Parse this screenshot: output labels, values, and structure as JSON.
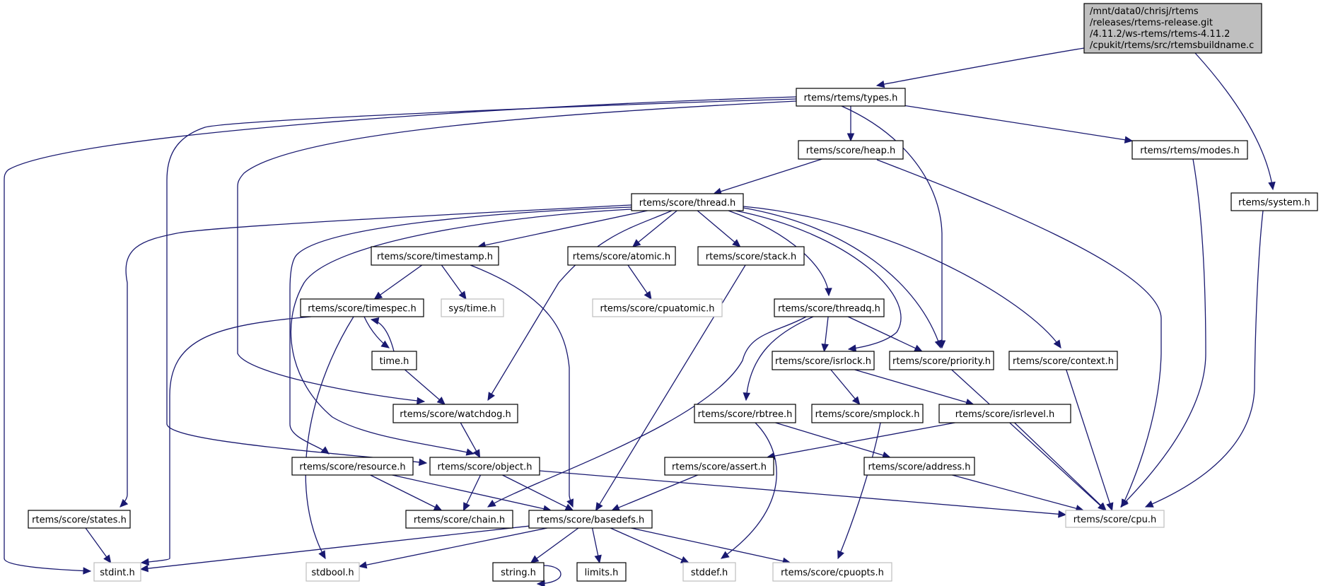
{
  "title": "Include dependency graph for rtemsbuildname.c",
  "colors": {
    "edge": "#191970",
    "node_border": "#000000",
    "external_border": "#bfbfbf",
    "root_fill": "#bfbfbf",
    "node_fill": "#ffffff"
  },
  "nodes": [
    {
      "id": "root",
      "kind": "root",
      "lines": [
        "/mnt/data0/chrisj/rtems",
        "/releases/rtems-release.git",
        "/4.11.2/ws-rtems/rtems-4.11.2",
        "/cpukit/rtems/src/rtemsbuildname.c"
      ]
    },
    {
      "id": "types",
      "kind": "normal",
      "lines": [
        "rtems/rtems/types.h"
      ]
    },
    {
      "id": "heap",
      "kind": "normal",
      "lines": [
        "rtems/score/heap.h"
      ]
    },
    {
      "id": "modes",
      "kind": "normal",
      "lines": [
        "rtems/rtems/modes.h"
      ]
    },
    {
      "id": "system",
      "kind": "normal",
      "lines": [
        "rtems/system.h"
      ]
    },
    {
      "id": "thread",
      "kind": "normal",
      "lines": [
        "rtems/score/thread.h"
      ]
    },
    {
      "id": "timestamp",
      "kind": "normal",
      "lines": [
        "rtems/score/timestamp.h"
      ]
    },
    {
      "id": "atomic",
      "kind": "normal",
      "lines": [
        "rtems/score/atomic.h"
      ]
    },
    {
      "id": "stack",
      "kind": "normal",
      "lines": [
        "rtems/score/stack.h"
      ]
    },
    {
      "id": "timespec",
      "kind": "normal",
      "lines": [
        "rtems/score/timespec.h"
      ]
    },
    {
      "id": "systime",
      "kind": "external",
      "lines": [
        "sys/time.h"
      ]
    },
    {
      "id": "cpuatomic",
      "kind": "external",
      "lines": [
        "rtems/score/cpuatomic.h"
      ]
    },
    {
      "id": "threadq",
      "kind": "normal",
      "lines": [
        "rtems/score/threadq.h"
      ]
    },
    {
      "id": "time",
      "kind": "normal",
      "lines": [
        "time.h"
      ]
    },
    {
      "id": "isrlock",
      "kind": "normal",
      "lines": [
        "rtems/score/isrlock.h"
      ]
    },
    {
      "id": "priority",
      "kind": "normal",
      "lines": [
        "rtems/score/priority.h"
      ]
    },
    {
      "id": "context",
      "kind": "normal",
      "lines": [
        "rtems/score/context.h"
      ]
    },
    {
      "id": "watchdog",
      "kind": "normal",
      "lines": [
        "rtems/score/watchdog.h"
      ]
    },
    {
      "id": "rbtree",
      "kind": "normal",
      "lines": [
        "rtems/score/rbtree.h"
      ]
    },
    {
      "id": "smplock",
      "kind": "normal",
      "lines": [
        "rtems/score/smplock.h"
      ]
    },
    {
      "id": "isrlevel",
      "kind": "normal",
      "lines": [
        "rtems/score/isrlevel.h"
      ]
    },
    {
      "id": "resource",
      "kind": "normal",
      "lines": [
        "rtems/score/resource.h"
      ]
    },
    {
      "id": "object",
      "kind": "normal",
      "lines": [
        "rtems/score/object.h"
      ]
    },
    {
      "id": "assert",
      "kind": "normal",
      "lines": [
        "rtems/score/assert.h"
      ]
    },
    {
      "id": "address",
      "kind": "normal",
      "lines": [
        "rtems/score/address.h"
      ]
    },
    {
      "id": "states",
      "kind": "normal",
      "lines": [
        "rtems/score/states.h"
      ]
    },
    {
      "id": "chain",
      "kind": "normal",
      "lines": [
        "rtems/score/chain.h"
      ]
    },
    {
      "id": "basedefs",
      "kind": "normal",
      "lines": [
        "rtems/score/basedefs.h"
      ]
    },
    {
      "id": "cpu",
      "kind": "external",
      "lines": [
        "rtems/score/cpu.h"
      ]
    },
    {
      "id": "stdint",
      "kind": "external",
      "lines": [
        "stdint.h"
      ]
    },
    {
      "id": "stdbool",
      "kind": "external",
      "lines": [
        "stdbool.h"
      ]
    },
    {
      "id": "string",
      "kind": "normal",
      "lines": [
        "string.h"
      ]
    },
    {
      "id": "limits",
      "kind": "normal",
      "lines": [
        "limits.h"
      ]
    },
    {
      "id": "stddef",
      "kind": "external",
      "lines": [
        "stddef.h"
      ]
    },
    {
      "id": "cpuopts",
      "kind": "external",
      "lines": [
        "rtems/score/cpuopts.h"
      ]
    }
  ],
  "edges": [
    [
      "root",
      "types"
    ],
    [
      "root",
      "system"
    ],
    [
      "types",
      "heap"
    ],
    [
      "types",
      "modes"
    ],
    [
      "types",
      "priority"
    ],
    [
      "types",
      "stdint"
    ],
    [
      "types",
      "object"
    ],
    [
      "types",
      "watchdog"
    ],
    [
      "heap",
      "thread"
    ],
    [
      "heap",
      "cpu"
    ],
    [
      "modes",
      "cpu"
    ],
    [
      "system",
      "cpu"
    ],
    [
      "thread",
      "timestamp"
    ],
    [
      "thread",
      "atomic"
    ],
    [
      "thread",
      "stack"
    ],
    [
      "thread",
      "threadq"
    ],
    [
      "thread",
      "isrlock"
    ],
    [
      "thread",
      "priority"
    ],
    [
      "thread",
      "context"
    ],
    [
      "thread",
      "watchdog"
    ],
    [
      "thread",
      "object"
    ],
    [
      "thread",
      "resource"
    ],
    [
      "thread",
      "states"
    ],
    [
      "timestamp",
      "timespec"
    ],
    [
      "timestamp",
      "systime"
    ],
    [
      "timestamp",
      "basedefs"
    ],
    [
      "atomic",
      "cpuatomic"
    ],
    [
      "stack",
      "basedefs"
    ],
    [
      "timespec",
      "time"
    ],
    [
      "timespec",
      "stdint"
    ],
    [
      "timespec",
      "stdbool"
    ],
    [
      "time",
      "timespec"
    ],
    [
      "time",
      "watchdog"
    ],
    [
      "watchdog",
      "object"
    ],
    [
      "threadq",
      "isrlock"
    ],
    [
      "threadq",
      "priority"
    ],
    [
      "threadq",
      "rbtree"
    ],
    [
      "threadq",
      "chain"
    ],
    [
      "isrlock",
      "smplock"
    ],
    [
      "isrlock",
      "isrlevel"
    ],
    [
      "priority",
      "cpu"
    ],
    [
      "context",
      "cpu"
    ],
    [
      "rbtree",
      "address"
    ],
    [
      "rbtree",
      "stddef"
    ],
    [
      "smplock",
      "cpuopts"
    ],
    [
      "isrlevel",
      "assert"
    ],
    [
      "isrlevel",
      "cpu"
    ],
    [
      "resource",
      "chain"
    ],
    [
      "resource",
      "basedefs"
    ],
    [
      "object",
      "chain"
    ],
    [
      "object",
      "basedefs"
    ],
    [
      "object",
      "cpu"
    ],
    [
      "assert",
      "basedefs"
    ],
    [
      "address",
      "cpu"
    ],
    [
      "states",
      "stdint"
    ],
    [
      "basedefs",
      "stdint"
    ],
    [
      "basedefs",
      "stdbool"
    ],
    [
      "basedefs",
      "string"
    ],
    [
      "basedefs",
      "limits"
    ],
    [
      "basedefs",
      "stddef"
    ],
    [
      "basedefs",
      "cpuopts"
    ],
    [
      "string",
      "string"
    ]
  ]
}
